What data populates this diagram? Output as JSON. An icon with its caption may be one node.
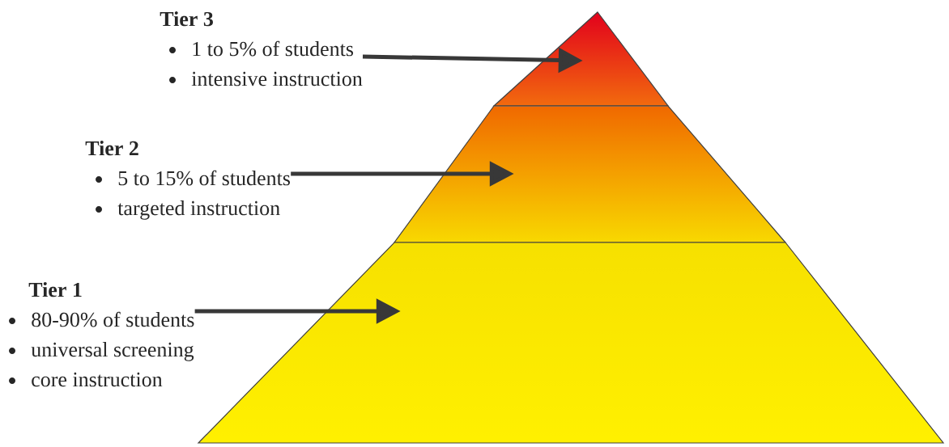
{
  "diagram": {
    "nodes": [
      {
        "text": [
          "Tier 3",
          "1 to 5% of students",
          "intensive instruction"
        ]
      },
      {
        "text": [],
        "shape": "triangle"
      },
      {
        "text": [
          "Tier 2",
          "5 to 15% of students",
          "targeted instruction"
        ]
      },
      {
        "text": [],
        "shape": "trapezoid"
      },
      {
        "text": [
          "Tier 1",
          "80-90% of students",
          "universal screening",
          "core instruction"
        ]
      },
      {
        "text": [],
        "shape": "trapezoid"
      }
    ],
    "edges": [
      {
        "from": 0,
        "to": 1,
        "arrow": "to"
      },
      {
        "from": 2,
        "to": 3,
        "arrow": "to"
      },
      {
        "from": 4,
        "to": 5,
        "arrow": "to"
      }
    ]
  }
}
